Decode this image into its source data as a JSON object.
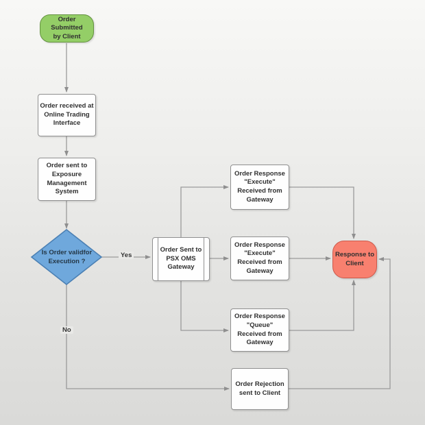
{
  "diagram": {
    "type": "flowchart",
    "colors": {
      "background_top": "#f8f8f6",
      "background_bottom": "#dadad8",
      "connector_line": "#9a9a9a",
      "arrowhead": "#8f8f8f",
      "process_fill": "#fefefe",
      "process_border": "#8f8f8f",
      "start_fill": "#94ce67",
      "start_border": "#63923f",
      "decision_fill": "#6fa8dc",
      "decision_border": "#4b80b4",
      "end_fill": "#f8806f",
      "end_border": "#cc584a",
      "text": "#2f2f2f"
    },
    "nodes": {
      "start": {
        "shape": "terminator",
        "label": "Order Submitted\nby Client"
      },
      "received": {
        "shape": "process",
        "label": "Order received at\nOnline Trading\nInterface"
      },
      "exposure": {
        "shape": "process",
        "label": "Order sent to\nExposure\nManagement\nSystem"
      },
      "decision": {
        "shape": "decision",
        "label": "Is Order validfor\nExecution ?"
      },
      "gateway": {
        "shape": "predefined-process",
        "label": "Order Sent to\nPSX OMS\nGateway"
      },
      "resp_execute_top": {
        "shape": "process",
        "label": "Order Response\n\"Execute\"\nReceived from\nGateway"
      },
      "resp_execute_mid": {
        "shape": "process",
        "label": "Order Response\n\"Execute\"\nReceived from\nGateway"
      },
      "resp_queue": {
        "shape": "process",
        "label": "Order Response\n\"Queue\"\nReceived from\nGateway"
      },
      "response_client": {
        "shape": "terminator",
        "label": "Response to\nClient"
      },
      "rejection": {
        "shape": "process",
        "label": "Order Rejection\nsent to Client"
      }
    },
    "edge_labels": {
      "yes": "Yes",
      "no": "No"
    },
    "edges": [
      "start -> received",
      "received -> exposure",
      "exposure -> decision",
      "decision -Yes-> gateway",
      "gateway -> resp_execute_top",
      "gateway -> resp_execute_mid",
      "gateway -> resp_queue",
      "resp_execute_top -> response_client",
      "resp_execute_mid -> response_client",
      "resp_queue -> response_client",
      "decision -No-> rejection",
      "rejection -> response_client"
    ]
  }
}
